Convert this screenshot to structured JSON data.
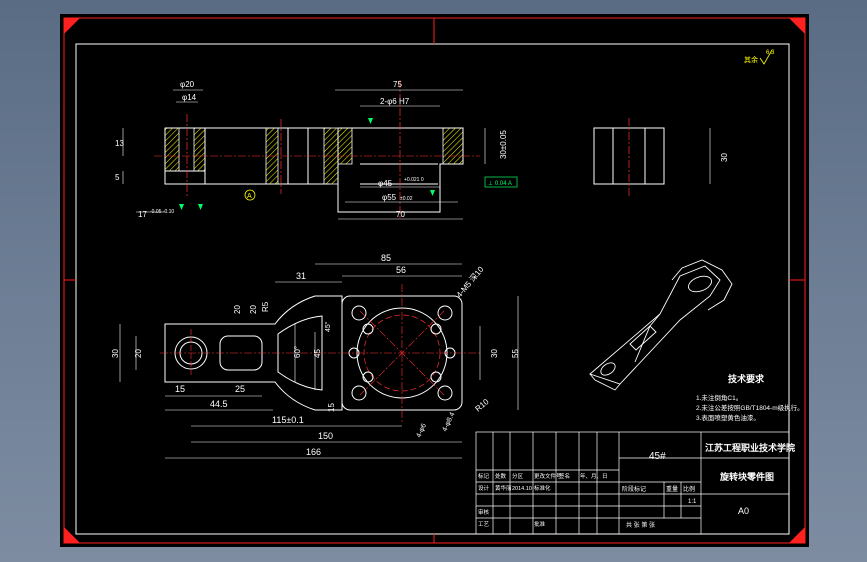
{
  "roughness": {
    "label": "其余",
    "value": "6.3"
  },
  "top_view": {
    "dims": {
      "d20": "φ20",
      "d14": "φ14",
      "l75": "75",
      "holes": "2-φ6 H7",
      "h13": "13",
      "h5": "5",
      "h30": "30±0.05",
      "d45": "φ45",
      "d45_tol": "+0.021\n0",
      "d55": "φ55",
      "d55_tol": "±0.02",
      "l70": "70",
      "l17": "17",
      "l17_tol": "-0.05\n-0.10"
    },
    "datum": "A",
    "gdt_box": "⊥ 0.04 A"
  },
  "side_view": {
    "dim": "30"
  },
  "plan_view": {
    "dims": {
      "l85": "85",
      "l56": "56",
      "l31": "31",
      "holes": "4-M5 深10",
      "r20a": "20",
      "r20b": "20",
      "r5": "R5",
      "w30": "30",
      "w20": "20",
      "a60": "60°",
      "h45": "45",
      "h30": "30",
      "h55": "55",
      "l15": "15",
      "l25": "25",
      "l445": "44.5",
      "l115": "115±0.1",
      "l150": "150",
      "l166": "166",
      "r15": "15",
      "r10": "R10",
      "d6": "4-φ6",
      "d84": "4-φ8.4",
      "a45": "45°"
    }
  },
  "tech": {
    "title": "技术要求",
    "items": [
      "1.未注倒角C1。",
      "2.未注公差按照GB/T1804-m级执行。",
      "3.表面喷塑黄色油漆。"
    ]
  },
  "title_block": {
    "material": "45#",
    "school": "江苏工程职业技术学院",
    "part": "旋转块零件图",
    "sheet": "A0",
    "scale": "1:1",
    "rows": [
      {
        "c1": "标记",
        "c2": "处数",
        "c3": "分区",
        "c4": "更改文件号",
        "c5": "签名",
        "c6": "年、月、日"
      },
      {
        "c1": "设计",
        "c2": "黄华丽",
        "c3": "2014.10",
        "c4": "标准化",
        "c5": "",
        "c6": ""
      },
      {
        "c1": "审核",
        "c2": "",
        "c3": "",
        "c4": "",
        "c5": "",
        "c6": ""
      },
      {
        "c1": "工艺",
        "c2": "",
        "c3": "",
        "c4": "批准",
        "c5": "",
        "c6": ""
      }
    ],
    "stage_label": "阶段标记",
    "weight_label": "重量",
    "scale_label": "比例",
    "sheets_label": "共  张  第  张"
  }
}
